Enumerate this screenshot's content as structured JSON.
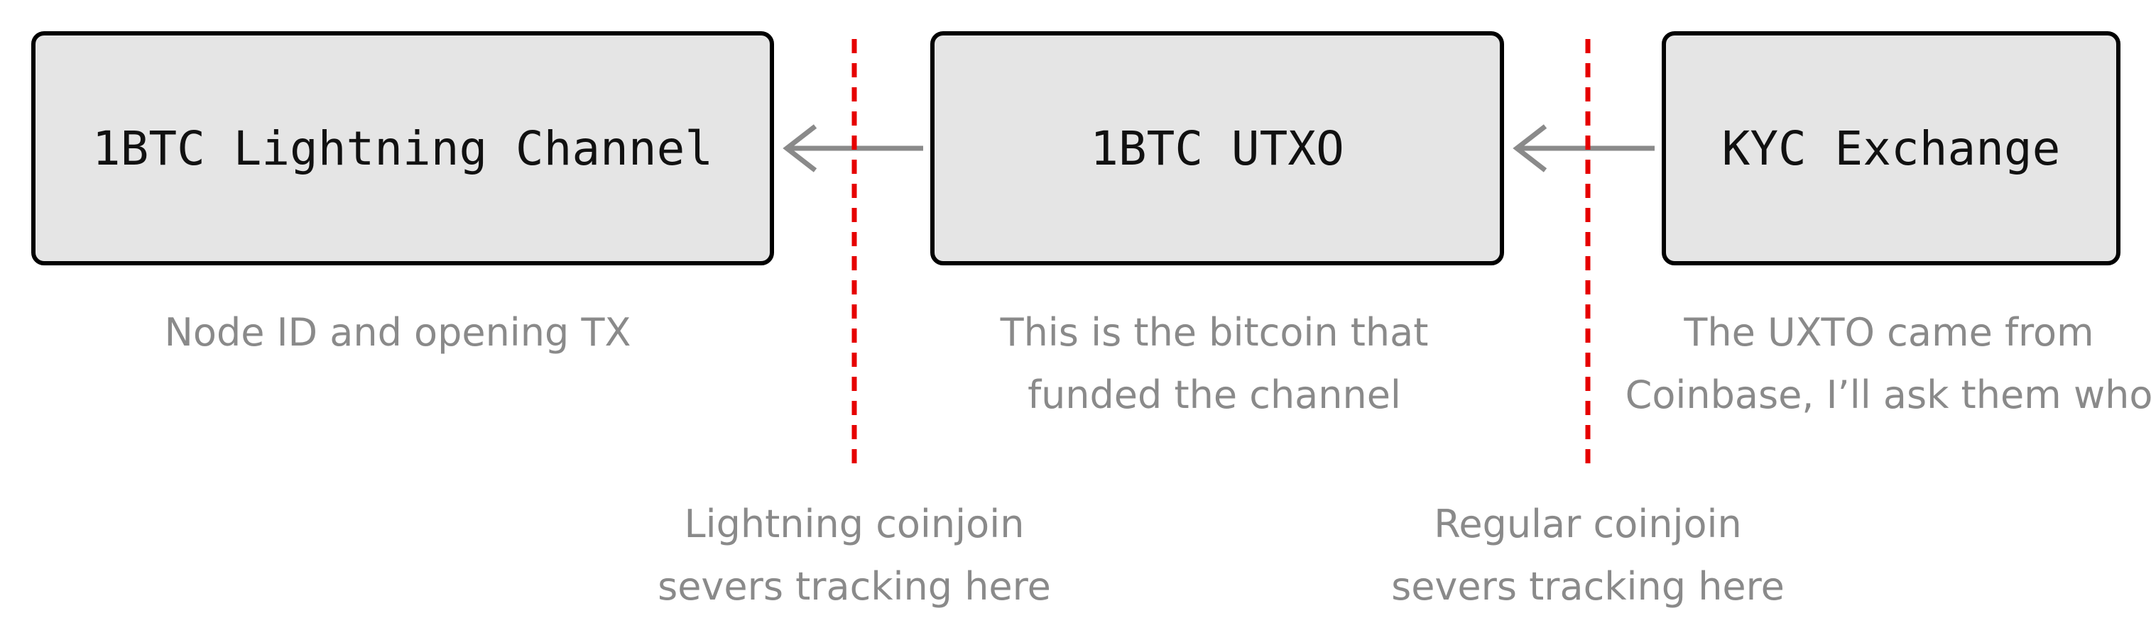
{
  "nodes": {
    "channel": {
      "label": "1BTC Lightning Channel",
      "caption_lines": [
        "Node ID and opening TX"
      ]
    },
    "utxo": {
      "label": "1BTC UTXO",
      "caption_lines": [
        "This is the bitcoin that",
        "funded the channel"
      ]
    },
    "exchange": {
      "label": "KYC Exchange",
      "caption_lines": [
        "The UXTO came from",
        "Coinbase, I’ll ask them who"
      ]
    }
  },
  "cuts": {
    "lightning": {
      "caption_lines": [
        "Lightning coinjoin",
        "severs tracking here"
      ]
    },
    "regular": {
      "caption_lines": [
        "Regular coinjoin",
        "severs tracking here"
      ]
    }
  },
  "colors": {
    "box_fill": "#e5e5e5",
    "box_border": "#000000",
    "arrow": "#8a8a8a",
    "cut_line": "#e60000",
    "caption": "#8a8a8a"
  }
}
